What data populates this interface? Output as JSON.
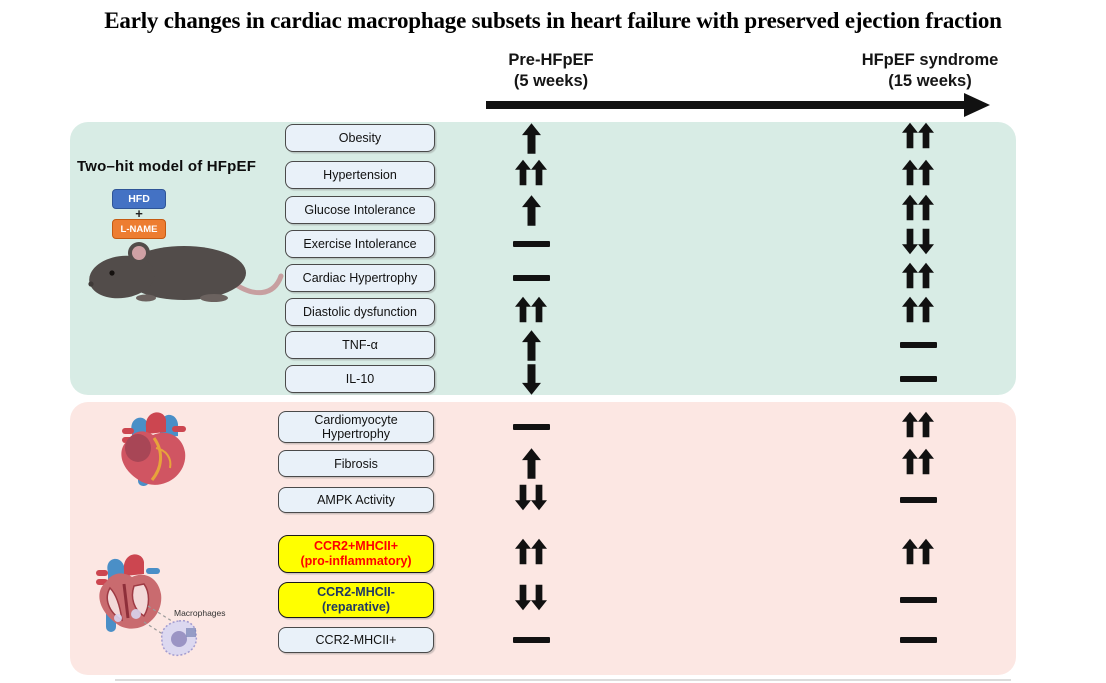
{
  "title": "Early changes in cardiac macrophage subsets in heart failure with preserved ejection fraction",
  "timeline": {
    "pre": {
      "line1": "Pre-HFpEF",
      "line2": "(5 weeks)"
    },
    "post": {
      "line1": "HFpEF syndrome",
      "line2": "(15 weeks)"
    }
  },
  "model": {
    "label": "Two–hit model of HFpEF",
    "hit1": "HFD",
    "plus": "+",
    "hit2": "L-NAME"
  },
  "macrophages_label": "Macrophages",
  "colors": {
    "panel_top": "#d8ece5",
    "panel_bottom": "#fce7e3",
    "box_fill": "#e9f1f9",
    "highlight_fill": "#ffff00",
    "pro_inflammatory_text": "#ff0000",
    "reparative_text": "#1f3864",
    "hfd_fill": "#4472c4",
    "lname_fill": "#ed7d31",
    "arrow": "#111111"
  },
  "legend_key": {
    "up1": "increase",
    "up2": "strong increase",
    "down1": "decrease",
    "down2": "strong decrease",
    "dash": "no change"
  },
  "panels": [
    {
      "name": "systemic-phenotype",
      "rows": [
        {
          "label": [
            "Obesity"
          ],
          "pre": "up1",
          "post": "up2"
        },
        {
          "label": [
            "Hypertension"
          ],
          "pre": "up2",
          "post": "up2"
        },
        {
          "label": [
            "Glucose Intolerance"
          ],
          "pre": "up1",
          "post": "up2"
        },
        {
          "label": [
            "Exercise Intolerance"
          ],
          "pre": "dash",
          "post": "down2"
        },
        {
          "label": [
            "Cardiac Hypertrophy"
          ],
          "pre": "dash",
          "post": "up2"
        },
        {
          "label": [
            "Diastolic dysfunction"
          ],
          "pre": "up2",
          "post": "up2"
        },
        {
          "label": [
            "TNF-α"
          ],
          "pre": "up1",
          "post": "dash"
        },
        {
          "label": [
            "IL-10"
          ],
          "pre": "down1",
          "post": "dash"
        }
      ]
    },
    {
      "name": "cardiac-tissue",
      "rows": [
        {
          "label": [
            "Cardiomyocyte",
            "Hypertrophy"
          ],
          "pre": "dash",
          "post": "up2"
        },
        {
          "label": [
            "Fibrosis"
          ],
          "pre": "up1",
          "post": "up2"
        },
        {
          "label": [
            "AMPK Activity"
          ],
          "pre": "down2",
          "post": "dash"
        },
        {
          "label": [
            "CCR2+MHCII+",
            "(pro-inflammatory)"
          ],
          "style": "pro",
          "pre": "up2",
          "post": "up2"
        },
        {
          "label": [
            "CCR2-MHCII-",
            "(reparative)"
          ],
          "style": "rep",
          "pre": "down2",
          "post": "dash"
        },
        {
          "label": [
            "CCR2-MHCII+"
          ],
          "pre": "dash",
          "post": "dash"
        }
      ]
    }
  ]
}
